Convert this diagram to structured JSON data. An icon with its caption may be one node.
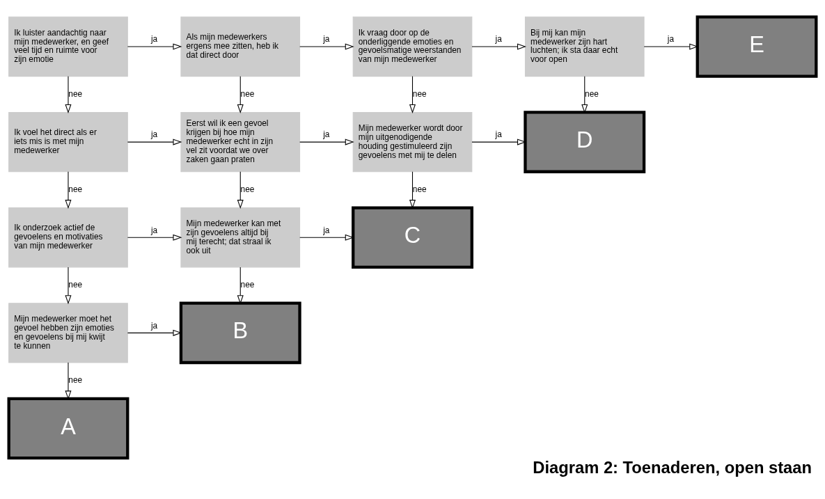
{
  "diagram": {
    "title": "Diagram 2: Toenaderen, open staan",
    "nodes": [
      {
        "text": [
          "Ik luister aandachtig naar mijn medewerker, en geef veel tijd en ruimte voor zijn emotie"
        ]
      },
      {
        "text": [
          "Als mijn medewerkers ergens mee zitten, heb ik dat direct door"
        ]
      },
      {
        "text": [
          "Ik vraag door op de onderliggende emoties en gevoelsmatige weerstanden van mijn medewerker"
        ]
      },
      {
        "text": [
          "Bij mij kan mijn medewerker zijn hart luchten; ik sta daar echt voor open"
        ]
      },
      {
        "text": [
          "E"
        ]
      },
      {
        "text": [
          "Ik voel het direct als er iets mis is met mijn medewerker"
        ]
      },
      {
        "text": [
          "Eerst wil ik een gevoel krijgen bij hoe mijn medewerker echt in zijn vel zit voordat we over zaken gaan praten"
        ]
      },
      {
        "text": [
          "Mijn medewerker wordt door mijn uitgenodigende houding gestimuleerd zijn gevoelens met mij te delen"
        ]
      },
      {
        "text": [
          "D"
        ]
      },
      {
        "text": [
          "Ik onderzoek actief de gevoelens en motivaties van mijn medewerker"
        ]
      },
      {
        "text": [
          "Mijn medewerker kan met zijn gevoelens altijd bij mij terecht; dat straal ik ook uit"
        ]
      },
      {
        "text": [
          "C"
        ]
      },
      {
        "text": [
          "Mijn medewerker moet het gevoel hebben zijn emoties en gevoelens bij mij kwijt te kunnen"
        ]
      },
      {
        "text": [
          "B"
        ]
      },
      {
        "text": [
          "A"
        ]
      }
    ],
    "edges": [
      {
        "from": 0,
        "to": 1,
        "arrow": "to",
        "label": "ja"
      },
      {
        "from": 1,
        "to": 2,
        "arrow": "to",
        "label": "ja"
      },
      {
        "from": 2,
        "to": 3,
        "arrow": "to",
        "label": "ja"
      },
      {
        "from": 3,
        "to": 4,
        "arrow": "to",
        "label": "ja"
      },
      {
        "from": 0,
        "to": 5,
        "arrow": "to",
        "label": "nee"
      },
      {
        "from": 1,
        "to": 6,
        "arrow": "to",
        "label": "nee"
      },
      {
        "from": 2,
        "to": 7,
        "arrow": "to",
        "label": "nee"
      },
      {
        "from": 3,
        "to": 8,
        "arrow": "to",
        "label": "nee"
      },
      {
        "from": 5,
        "to": 6,
        "arrow": "to",
        "label": "ja"
      },
      {
        "from": 6,
        "to": 7,
        "arrow": "to",
        "label": "ja"
      },
      {
        "from": 7,
        "to": 8,
        "arrow": "to",
        "label": "ja"
      },
      {
        "from": 5,
        "to": 9,
        "arrow": "to",
        "label": "nee"
      },
      {
        "from": 6,
        "to": 10,
        "arrow": "to",
        "label": "nee"
      },
      {
        "from": 7,
        "to": 11,
        "arrow": "to",
        "label": "nee"
      },
      {
        "from": 9,
        "to": 10,
        "arrow": "to",
        "label": "ja"
      },
      {
        "from": 10,
        "to": 11,
        "arrow": "to",
        "label": "ja"
      },
      {
        "from": 9,
        "to": 12,
        "arrow": "to",
        "label": "nee"
      },
      {
        "from": 10,
        "to": 13,
        "arrow": "to",
        "label": "nee"
      },
      {
        "from": 12,
        "to": 13,
        "arrow": "to",
        "label": "ja"
      },
      {
        "from": 12,
        "to": 14,
        "arrow": "to",
        "label": "nee"
      }
    ]
  }
}
